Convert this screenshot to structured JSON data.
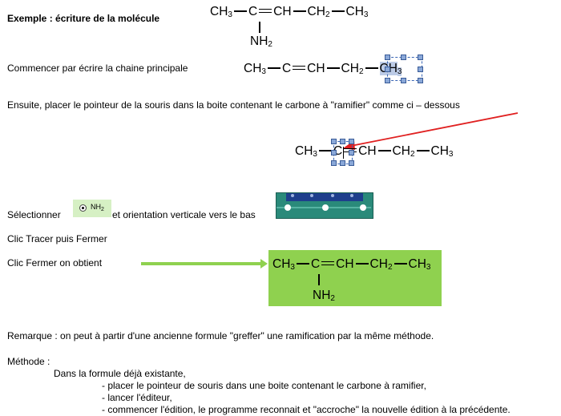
{
  "lines": {
    "example_title": "Exemple : écriture de la molécule",
    "step1": "Commencer par écrire la chaine principale",
    "step2": "Ensuite, placer le pointeur de la souris dans la boite contenant le carbone à \"ramifier\" comme ci – dessous",
    "step3_before": "Sélectionner",
    "step3_after": "et orientation verticale vers le bas",
    "step4": "Clic Tracer puis Fermer",
    "step5": "Clic Fermer on obtient",
    "remark": "Remarque : on peut à partir d'une ancienne formule \"greffer\" une ramification par la même méthode.",
    "method_title": "Méthode :",
    "method_intro": "Dans la formule déjà existante,",
    "method_steps": [
      "- placer le pointeur de souris dans une boite contenant le carbone à ramifier,",
      "- lancer l'éditeur,",
      "- commencer l'édition, le programme reconnait et \"accroche\" la nouvelle édition à la précédente."
    ]
  },
  "chem": {
    "ch3": "CH",
    "ch2": "CH",
    "ch": "CH",
    "c": "C",
    "nh": "NH",
    "sub3": "3",
    "sub2": "2"
  },
  "radio_option": {
    "label": "NH",
    "sub": "2"
  },
  "colors": {
    "accent_green": "#8fd14f",
    "arrow_red": "#e02020",
    "selection_fill": "#bccbe6",
    "toolbar_teal": "#2a8a7a"
  }
}
